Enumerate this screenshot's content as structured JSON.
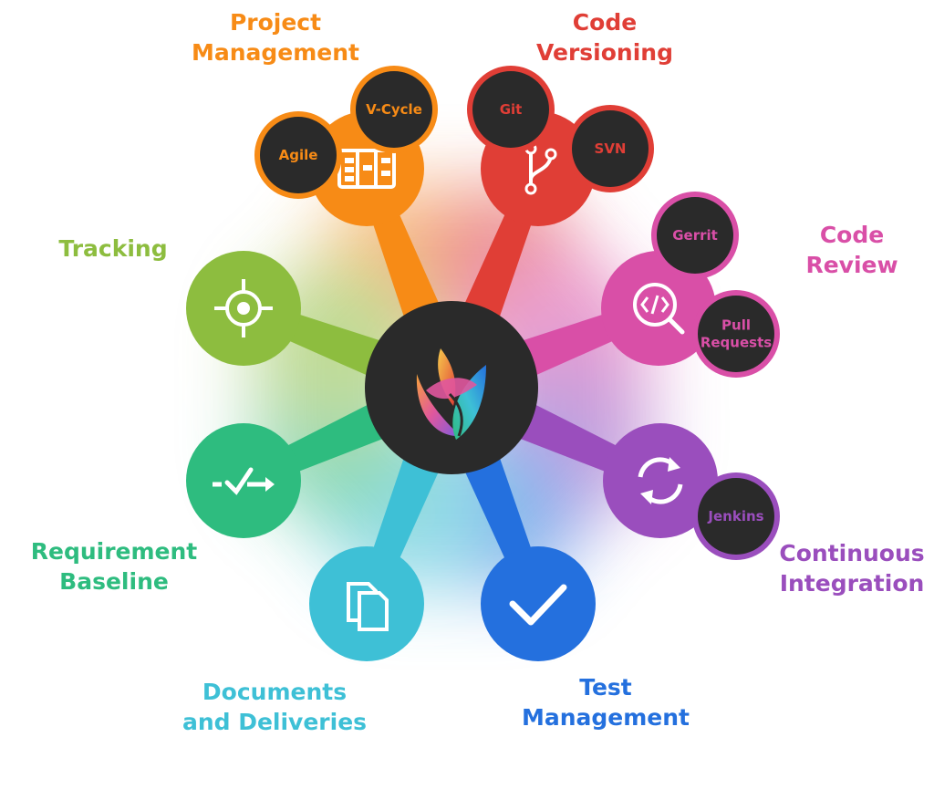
{
  "colors": {
    "project": "#F78B16",
    "versioning": "#E03E36",
    "review": "#D94FA7",
    "integration": "#9A4EBD",
    "test": "#2470DE",
    "documents": "#3EC0D6",
    "requirement": "#2EBC7F",
    "tracking": "#8DBD3F",
    "dark": "#2A2A2A"
  },
  "categories": [
    {
      "key": "project",
      "lines": [
        "Project",
        "Management"
      ],
      "icon": "kanban-board-icon",
      "subs": [
        "V-Cycle",
        "Agile"
      ]
    },
    {
      "key": "versioning",
      "lines": [
        "Code",
        "Versioning"
      ],
      "icon": "git-branch-icon",
      "subs": [
        "Git",
        "SVN"
      ]
    },
    {
      "key": "review",
      "lines": [
        "Code",
        "Review"
      ],
      "icon": "code-search-icon",
      "subs": [
        "Gerrit",
        "Pull Requests"
      ]
    },
    {
      "key": "integration",
      "lines": [
        "Continuous",
        "Integration"
      ],
      "icon": "sync-arrows-icon",
      "subs": [
        "Jenkins"
      ]
    },
    {
      "key": "test",
      "lines": [
        "Test",
        "Management"
      ],
      "icon": "checkmark-icon",
      "subs": []
    },
    {
      "key": "documents",
      "lines": [
        "Documents",
        "and Deliveries"
      ],
      "icon": "documents-icon",
      "subs": []
    },
    {
      "key": "requirement",
      "lines": [
        "Requirement",
        "Baseline"
      ],
      "icon": "baseline-check-arrow-icon",
      "subs": []
    },
    {
      "key": "tracking",
      "lines": [
        "Tracking"
      ],
      "icon": "crosshair-target-icon",
      "subs": []
    }
  ]
}
